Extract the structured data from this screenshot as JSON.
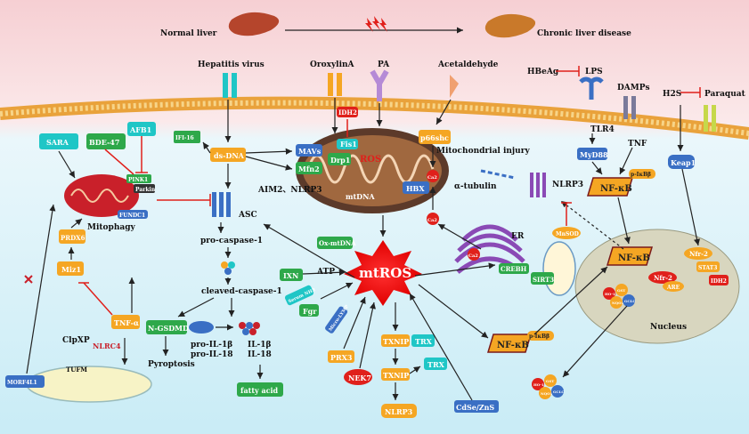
{
  "header": {
    "normal_liver": "Normal liver",
    "chronic_liver": "Chronic liver disease"
  },
  "stimuli": {
    "hepatitis_virus": "Hepatitis virus",
    "oroxylin_a": "OroxylinA",
    "pa": "PA",
    "acetaldehyde": "Acetaldehyde",
    "hbeag": "HBeAg",
    "lps": "LPS",
    "damps": "DAMPs",
    "h2s": "H2S",
    "paraquat": "Paraquat"
  },
  "receptors": {
    "tlr4": "TLR4",
    "tnf": "TNF"
  },
  "left": {
    "sara": "SARA",
    "bde47": "BDE-47",
    "afb1": "AFB1",
    "pink1": "PINK1",
    "parkin": "Parkin",
    "fundc1": "FUNDC1",
    "mitophagy": "Mitophagy",
    "prdx6": "PRDX6",
    "miz1": "Miz1",
    "clpxp": "ClpXP",
    "tufm": "TUFM",
    "morf4l1": "MORF4L1",
    "tnfa": "TNF-α",
    "nlrc4": "NLRC4"
  },
  "center": {
    "ifi16": "IFI-16",
    "dsdna": "ds-DNA",
    "mavs": "MAVs",
    "mfn2": "Mfn2",
    "drp1": "Drp1",
    "fis1": "Fis1",
    "idh2_top": "IDH2",
    "ros": "ROS",
    "p66shc": "p66shc",
    "mito_injury": "Mitochondrial injury",
    "mtdna": "mtDNA",
    "hbx": "HBX",
    "ox_mtdna": "Ox-mtDNA",
    "aim2_nlrp3": "AIM2、NLRP3",
    "asc": "ASC",
    "pro_caspase1": "pro-caspase-1",
    "cleaved_caspase1": "cleaved-caspase-1",
    "ngsdmd": "N-GSDMD",
    "pyroptosis": "Pyroptosis",
    "pro_il": "pro-IL-1β\npro-IL-18",
    "il": "IL-1β\nIL-18",
    "fatty_acid": "fatty acid",
    "ixn": "IXN",
    "atp": "ATP",
    "serum_nh3": "Serum NH3",
    "fgr": "Fgr",
    "micro_lymp": "Micro-LYMP",
    "prx3": "PRX3",
    "nek7": "NEK7",
    "mtros": "mtROS",
    "txnip": "TXNIP",
    "trx": "TRX",
    "nlrp3_bottom": "NLRP3",
    "cdse": "CdSe/ZnS"
  },
  "right": {
    "ca2_a": "Ca2",
    "ca2_b": "Ca2",
    "ca2_c": "Ca2",
    "alpha_tubulin": "α-tubulin",
    "nlrp3": "NLRP3",
    "er": "ER",
    "crebh": "CREBH",
    "sirt3": "SIRT3",
    "mnsod": "MnSOD",
    "myd88": "MyD88",
    "nfkb_top": "NF-κB",
    "pikb_top": "p-IκBβ",
    "keap1": "Keap1",
    "nfkb_nuc": "NF-κB",
    "nfr2_top": "Nfr-2",
    "stat3": "STAT3",
    "idh2": "IDH2",
    "nfr2_nuc": "Nfr-2",
    "are": "ARE",
    "ho1": "HO-1",
    "gst": "GST",
    "nqo1": "NQO1",
    "gclc": "GCLC",
    "nucleus": "Nucleus",
    "nfkb_bottom": "NF-κB",
    "pikb_bottom": "p-IκBβ",
    "ho1_b": "HO-1",
    "gst_b": "GST",
    "nqo1_b": "NQO1",
    "gclc_b": "GCLC"
  },
  "colors": {
    "cyan": "#1fc6c6",
    "green": "#2ea84a",
    "orange": "#f5a623",
    "red": "#e0201b",
    "purple": "#8a2be2",
    "mito_brown": "#8b5a3c"
  }
}
